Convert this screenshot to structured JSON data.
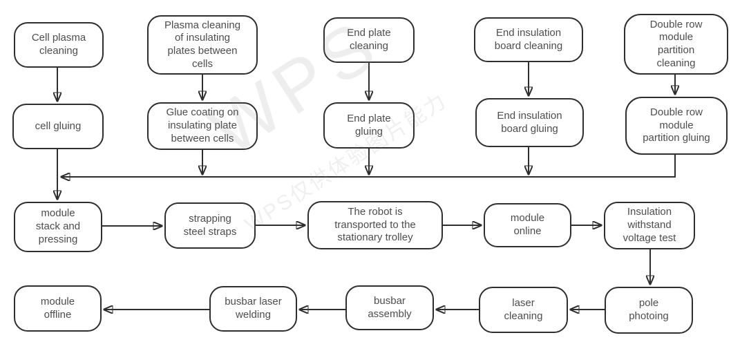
{
  "diagram_type": "flowchart",
  "colors": {
    "background": "#ffffff",
    "stroke": "#2e2e2e",
    "node_fill": "#ffffff",
    "text": "#4d4d4d",
    "watermark": "#8a8a8a"
  },
  "watermark": {
    "large": "WPS",
    "small": "WPS仅供体验图片能力"
  },
  "nodes": [
    {
      "id": "cell-plasma-cleaning",
      "label": "Cell plasma\ncleaning"
    },
    {
      "id": "plasma-cleaning-insulating-plates",
      "label": "Plasma cleaning\nof insulating\nplates between\ncells"
    },
    {
      "id": "end-plate-cleaning",
      "label": "End plate\ncleaning"
    },
    {
      "id": "end-insulation-board-cleaning",
      "label": "End insulation\nboard cleaning"
    },
    {
      "id": "double-row-module-partition-cleaning",
      "label": "Double row\nmodule\npartition\ncleaning"
    },
    {
      "id": "cell-gluing",
      "label": "cell gluing"
    },
    {
      "id": "glue-coating-insulating-plate",
      "label": "Glue coating on\ninsulating plate\nbetween cells"
    },
    {
      "id": "end-plate-gluing",
      "label": "End plate\ngluing"
    },
    {
      "id": "end-insulation-board-gluing",
      "label": "End insulation\nboard gluing"
    },
    {
      "id": "double-row-module-partition-gluing",
      "label": "Double row\nmodule\npartition gluing"
    },
    {
      "id": "module-stack-and-pressing",
      "label": "module\nstack and\npressing"
    },
    {
      "id": "strapping-steel-straps",
      "label": "strapping\nsteel straps"
    },
    {
      "id": "robot-transported-to-stationary-trolley",
      "label": "The robot is\ntransported to the\nstationary trolley"
    },
    {
      "id": "module-online",
      "label": "module\nonline"
    },
    {
      "id": "insulation-withstand-voltage-test",
      "label": "Insulation\nwithstand\nvoltage test"
    },
    {
      "id": "module-offline",
      "label": "module\noffline"
    },
    {
      "id": "busbar-laser-welding",
      "label": "busbar laser\nwelding"
    },
    {
      "id": "busbar-assembly",
      "label": "busbar\nassembly"
    },
    {
      "id": "laser-cleaning",
      "label": "laser\ncleaning"
    },
    {
      "id": "pole-photoing",
      "label": "pole\nphotoing"
    }
  ],
  "edges": [
    {
      "from": "cell-plasma-cleaning",
      "to": "cell-gluing"
    },
    {
      "from": "plasma-cleaning-insulating-plates",
      "to": "glue-coating-insulating-plate"
    },
    {
      "from": "end-plate-cleaning",
      "to": "end-plate-gluing"
    },
    {
      "from": "end-insulation-board-cleaning",
      "to": "end-insulation-board-gluing"
    },
    {
      "from": "double-row-module-partition-cleaning",
      "to": "double-row-module-partition-gluing"
    },
    {
      "from": "cell-gluing",
      "to": "module-stack-and-pressing"
    },
    {
      "from": "glue-coating-insulating-plate",
      "to": "module-stack-and-pressing"
    },
    {
      "from": "end-plate-gluing",
      "to": "module-stack-and-pressing"
    },
    {
      "from": "end-insulation-board-gluing",
      "to": "module-stack-and-pressing"
    },
    {
      "from": "double-row-module-partition-gluing",
      "to": "module-stack-and-pressing"
    },
    {
      "from": "module-stack-and-pressing",
      "to": "strapping-steel-straps"
    },
    {
      "from": "strapping-steel-straps",
      "to": "robot-transported-to-stationary-trolley"
    },
    {
      "from": "robot-transported-to-stationary-trolley",
      "to": "module-online"
    },
    {
      "from": "module-online",
      "to": "insulation-withstand-voltage-test"
    },
    {
      "from": "insulation-withstand-voltage-test",
      "to": "pole-photoing"
    },
    {
      "from": "pole-photoing",
      "to": "laser-cleaning"
    },
    {
      "from": "laser-cleaning",
      "to": "busbar-assembly"
    },
    {
      "from": "busbar-assembly",
      "to": "busbar-laser-welding"
    },
    {
      "from": "busbar-laser-welding",
      "to": "module-offline"
    }
  ]
}
